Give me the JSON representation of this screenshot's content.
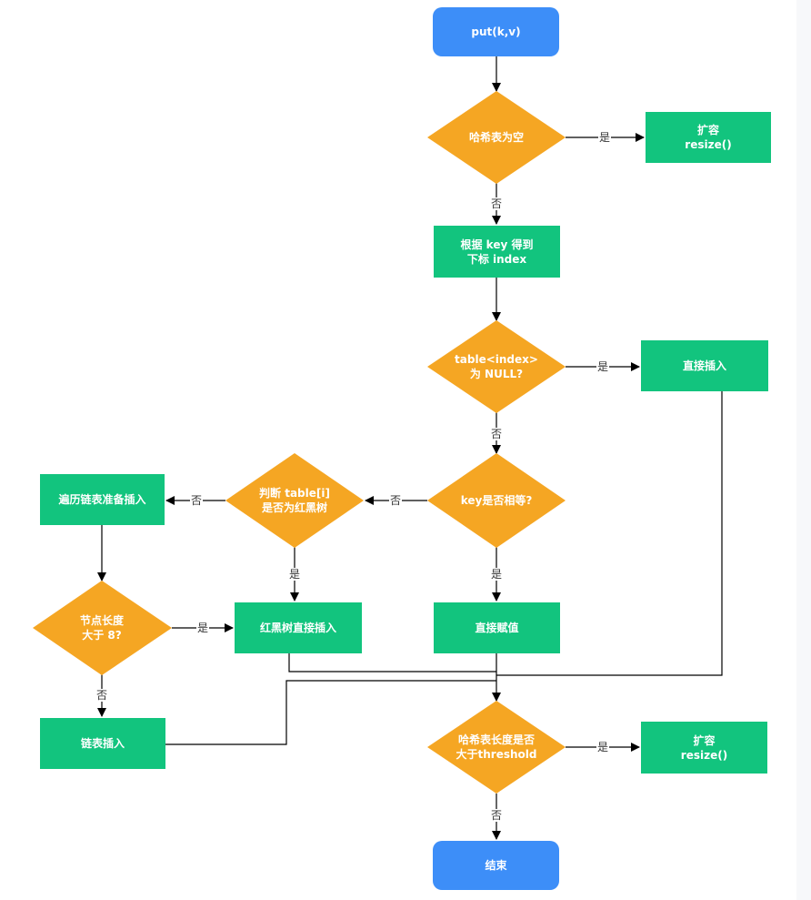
{
  "colors": {
    "terminal": "#3d8ef8",
    "process": "#12c47e",
    "decision": "#f5a623",
    "edge": "#000000",
    "panel": "#f7f8fa"
  },
  "nodes": {
    "start": "put(k,v)",
    "d_empty": "哈希表为空",
    "resize1": "扩容\nresize()",
    "index": "根据 key 得到\n下标 index",
    "d_null": "table<index>\n为 NULL?",
    "insert_direct": "直接插入",
    "d_key": "key是否相等?",
    "assign": "直接赋值",
    "d_tree": "判断 table[i]\n是否为红黑树",
    "rb_insert": "红黑树直接插入",
    "traverse": "遍历链表准备插入",
    "d_len": "节点长度\n大于 8?",
    "list_insert": "链表插入",
    "d_threshold": "哈希表长度是否\n大于threshold",
    "resize2": "扩容\nresize()",
    "end": "结束"
  },
  "labels": {
    "yes": "是",
    "no": "否"
  }
}
